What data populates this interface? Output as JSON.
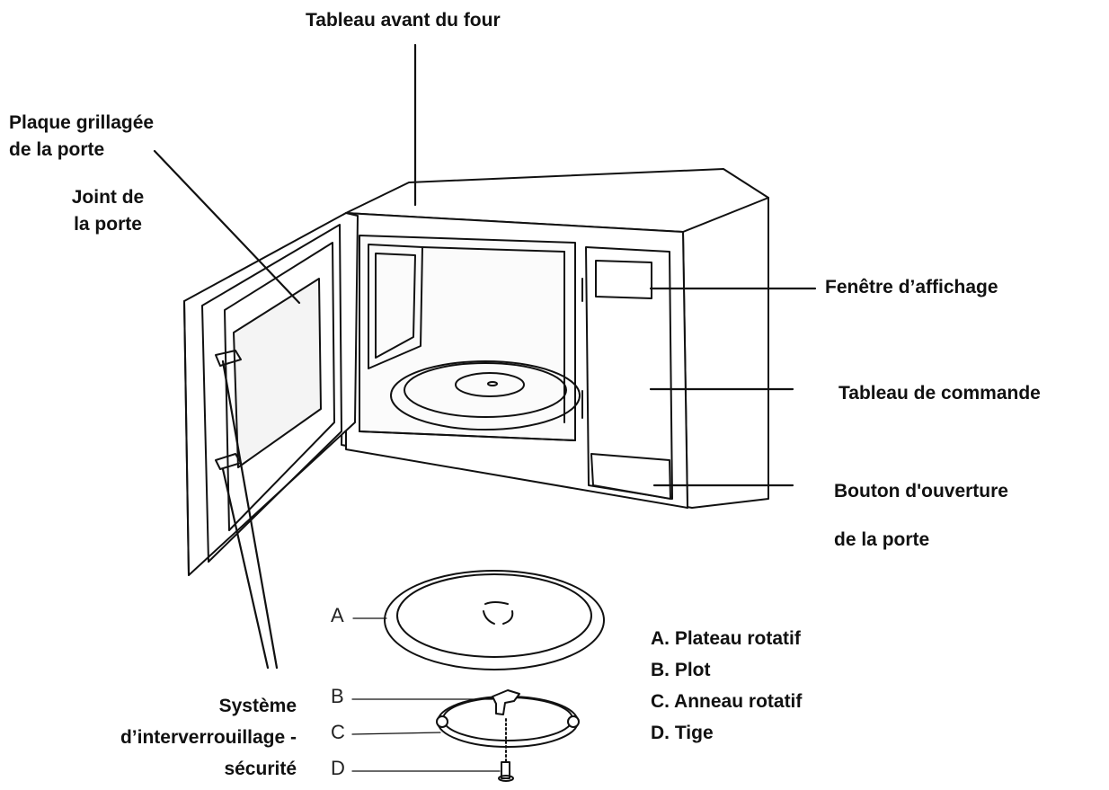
{
  "labels": {
    "front_panel": "Tableau avant du four",
    "door_screen_1": "Plaque grillagée",
    "door_screen_2": "de la porte",
    "door_seal_1": "Joint de",
    "door_seal_2": "la porte",
    "display": "Fenêtre d’affichage",
    "control_panel": "Tableau de commande",
    "door_button_1": "Bouton d'ouverture",
    "door_button_2": "de la porte",
    "interlock_1": "Système",
    "interlock_2": "d’interverrouillage -",
    "interlock_3": "sécurité"
  },
  "parts": {
    "letters": [
      "A",
      "B",
      "C",
      "D"
    ],
    "legend": [
      "A. Plateau rotatif",
      "B. Plot",
      "C. Anneau rotatif",
      "D. Tige"
    ]
  },
  "colors": {
    "line": "#111111",
    "fill": "#ffffff",
    "shade": "#f4f4f4"
  }
}
